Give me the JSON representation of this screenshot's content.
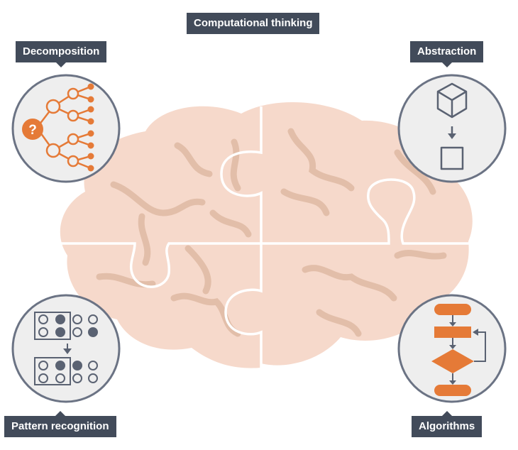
{
  "title": "Computational thinking",
  "concepts": {
    "decomposition": "Decomposition",
    "abstraction": "Abstraction",
    "pattern_recognition": "Pattern recognition",
    "algorithms": "Algorithms"
  },
  "decomposition_icon_symbol": "?",
  "colors": {
    "label_bg": "#424b5a",
    "brain": "#f6d9cb",
    "brain_lines": "#e2bea9",
    "orange": "#e57a37",
    "icon_gray": "#5a6272",
    "circle_bg": "#eeeeee",
    "circle_ring": "#6b7384"
  },
  "icons": {
    "center": "brain-puzzle-icon",
    "decomposition": "tree-icon",
    "abstraction": "cube-to-square-icon",
    "pattern_recognition": "dot-grid-icon",
    "algorithms": "flowchart-icon"
  }
}
